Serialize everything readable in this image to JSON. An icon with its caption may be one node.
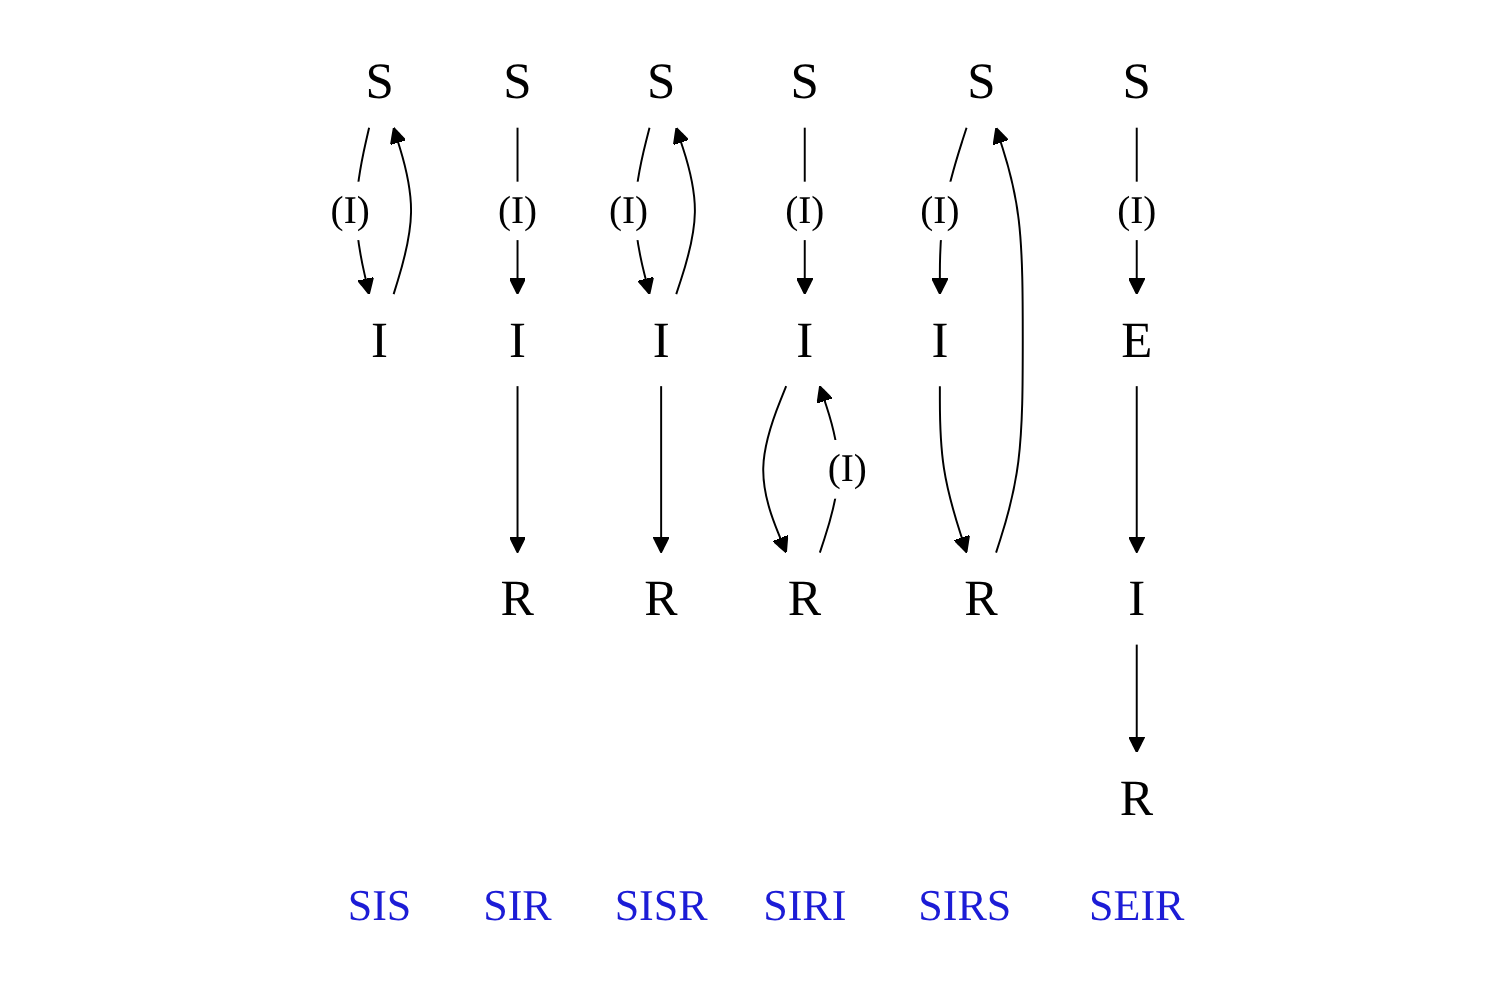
{
  "diagram": {
    "nodes": [
      {
        "text": [
          "S"
        ]
      },
      {
        "text": [
          "I"
        ]
      },
      {
        "text": [
          "S"
        ]
      },
      {
        "text": [
          "R"
        ]
      },
      {
        "text": [
          "I"
        ]
      },
      {
        "text": [
          "S"
        ]
      },
      {
        "text": [
          "R"
        ]
      },
      {
        "text": [
          "I"
        ]
      },
      {
        "text": [
          "S"
        ]
      },
      {
        "text": [
          "R"
        ]
      },
      {
        "text": [
          "I"
        ]
      },
      {
        "text": [
          "S"
        ]
      },
      {
        "text": [
          "R"
        ]
      },
      {
        "text": [
          "I"
        ]
      },
      {
        "text": [
          "S"
        ]
      },
      {
        "text": [
          "E"
        ]
      },
      {
        "text": [
          "R"
        ]
      },
      {
        "text": [
          "I"
        ]
      }
    ],
    "edges": [
      {
        "from": 0,
        "to": 1,
        "arrow": "to",
        "label": "(I)"
      },
      {
        "from": 1,
        "to": 0,
        "arrow": "to"
      },
      {
        "from": 2,
        "to": 4,
        "arrow": "to",
        "label": "(I)"
      },
      {
        "from": 4,
        "to": 3,
        "arrow": "to"
      },
      {
        "from": 5,
        "to": 7,
        "arrow": "to",
        "label": "(I)"
      },
      {
        "from": 7,
        "to": 5,
        "arrow": "to"
      },
      {
        "from": 7,
        "to": 6,
        "arrow": "to"
      },
      {
        "from": 8,
        "to": 10,
        "arrow": "to",
        "label": "(I)"
      },
      {
        "from": 9,
        "to": 10,
        "arrow": "to",
        "label": "(I)"
      },
      {
        "from": 10,
        "to": 9,
        "arrow": "to"
      },
      {
        "from": 11,
        "to": 13,
        "arrow": "to",
        "label": "(I)"
      },
      {
        "from": 13,
        "to": 12,
        "arrow": "to"
      },
      {
        "from": 12,
        "to": 11,
        "arrow": "to"
      },
      {
        "from": 14,
        "to": 15,
        "arrow": "to",
        "label": "(I)"
      },
      {
        "from": 15,
        "to": 17,
        "arrow": "to"
      },
      {
        "from": 17,
        "to": 16,
        "arrow": "to"
      }
    ],
    "labels": [
      "SIS",
      "SIR",
      "SISR",
      "SIRI",
      "SIRS",
      "SEIR"
    ]
  }
}
